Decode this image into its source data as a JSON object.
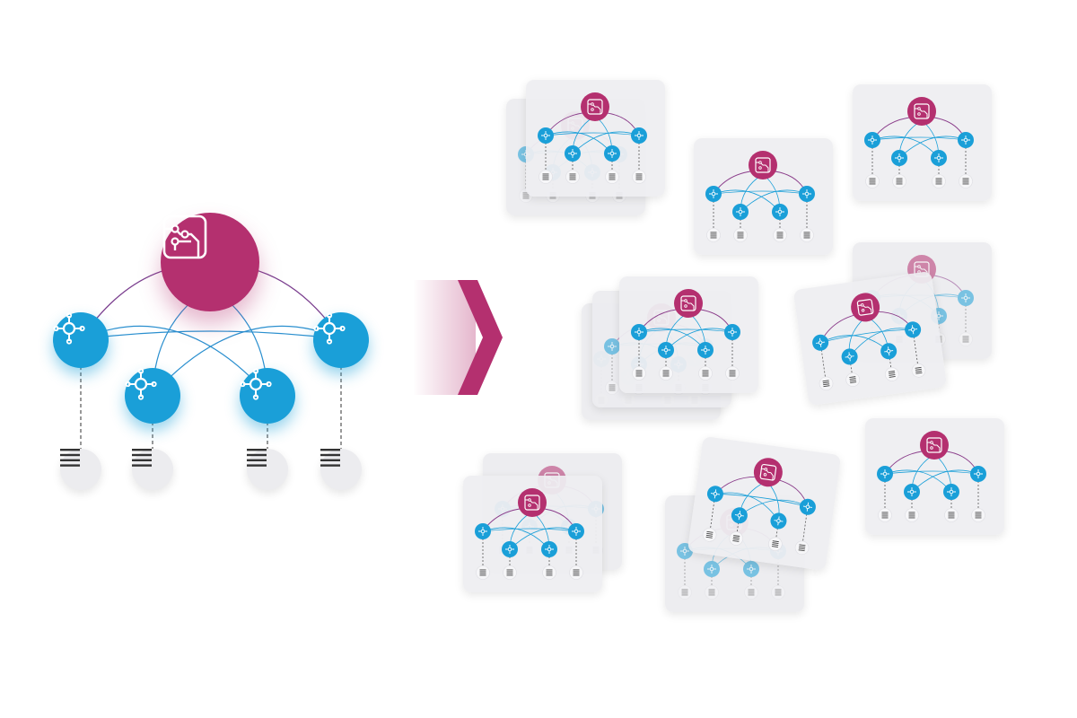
{
  "colors": {
    "hub": "#b4306f",
    "switch": "#1a9fd8",
    "device": "#ececef",
    "card": "#eeeef1",
    "link": "#1a9fd8",
    "hub_link": "#8a3c8a",
    "dashed": "#555555"
  },
  "icons": {
    "hub": "circuit-board-icon",
    "switch": "network-node-icon",
    "device": "server-stack-icon",
    "arrow": "chevron-right-icon"
  },
  "main": {
    "switch_count": 4,
    "device_count": 4
  },
  "copies": {
    "card_count": 13,
    "switches_per_card": 4,
    "devices_per_card": 4
  }
}
